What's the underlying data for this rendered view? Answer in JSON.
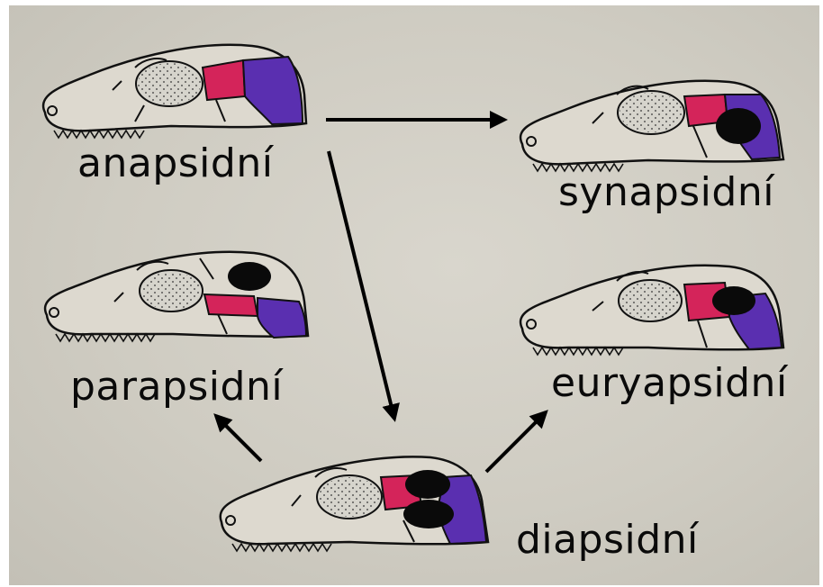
{
  "labels": {
    "anapsid": "anapsidní",
    "synapsid": "synapsidní",
    "parapsid": "parapsidní",
    "euryapsid": "euryapsidní",
    "diapsid": "diapsidní"
  },
  "colors": {
    "background": "#cfccc2",
    "orbit_fill": "#d6d4cc",
    "red_bone": "#d4245a",
    "blue_bone": "#5a2fb0",
    "fenestra": "#0a0a0a",
    "outline": "#111111"
  }
}
